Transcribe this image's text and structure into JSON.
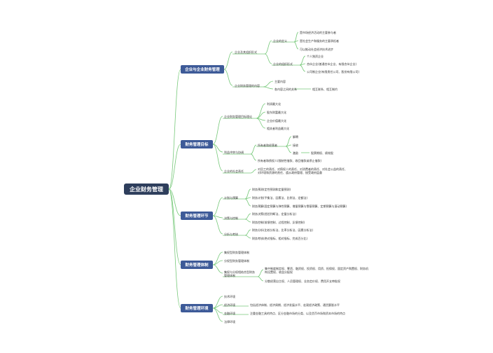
{
  "colors": {
    "branch": "#77c97a",
    "box": "#3d5a98",
    "root": "#2e3e5c",
    "text": "#333333"
  },
  "root": "企业财务管理",
  "b1": {
    "title": "企业与企业财务管理",
    "org": {
      "label": "企业及其组织形式",
      "def": {
        "label": "企业的定义",
        "items": [
          "是市场经济活动的主要参与者",
          "是社会生产和服务的主要承担者",
          "可以推动社会经济技术进步"
        ]
      },
      "forms": {
        "label": "企业的组织形式",
        "items": [
          "个人独资企业",
          "合伙企业(普通合伙企业、有限合伙企业)",
          "公司制企业(有限责任公司、股份有限公司)"
        ]
      }
    },
    "content": {
      "label": "企业财务管理的内容",
      "items": [
        "主要内容",
        "各内容之间的关系"
      ],
      "rel": "相互联系、相互制约"
    }
  },
  "b2": {
    "title": "财务管理目标",
    "goals": {
      "label": "企业财务管理目标理论",
      "items": [
        "利润最大化",
        "股东财富最大化",
        "企业价值最大化",
        "相关者利益最大化"
      ]
    },
    "conflict": {
      "label": "利益冲突与协调",
      "owner": {
        "label": "所有者和经营者",
        "items": [
          "解聘",
          "接收",
          "激励"
        ],
        "incentive": "股票期权、绩效股"
      },
      "creditor": "所有者和债权人(限制性借款、收回借款或停止借款)"
    },
    "social": {
      "label": "企业的社会责任",
      "text": "对员工的责任、对债权人的责任、对消费者的责任、对社会公益的责任、对环境和资源的责任、遵从政府管理、接受政府监督"
    }
  },
  "b3": {
    "title": "财务管理环节",
    "plan": {
      "label": "计划与预算",
      "items": [
        "财务预测(定性预测和定量预测)",
        "财务计划(平衡法、因素法、比例法、定额法)",
        "财务预算(固定预算与弹性预算、增量预算与零基预算、定期预算与滚动预算)"
      ]
    },
    "control": {
      "label": "决策与控制",
      "items": [
        "财务决策(经验判断法、定量分析法)",
        "财务控制(前馈控制、过程控制、反馈控制)"
      ]
    },
    "analysis": {
      "label": "分析与考核",
      "items": [
        "财务分析(比较分析法、比率分析法、因素分析法)",
        "财务考核(绝对指标、相对指标、完成百分比)"
      ]
    }
  },
  "b4": {
    "title": "财务管理体制",
    "items": [
      "集权型财务管理体制",
      "分权型财务管理体制"
    ],
    "mixed": {
      "label": "集权与分权相结合型财务管理体制",
      "items": [
        "集中制度制定权、筹资、融资权、投资权、用资、担保权、固定资产购置权、财务机构设置权、收益分配权",
        "分散经营自主权、人员管理权、业务定价权、费用开支审批权"
      ]
    }
  },
  "b5": {
    "title": "财务管理环境",
    "items": [
      "技术环境",
      "经济环境",
      "金融环境",
      "法律环境"
    ],
    "econ": "包括经济体制、经济周期、经济发展水平、宏观经济政策、通货膨胀水平",
    "fin": "注重金融工具的特点、区分金融市场的分类、以及货币市场和资本市场的特点"
  }
}
